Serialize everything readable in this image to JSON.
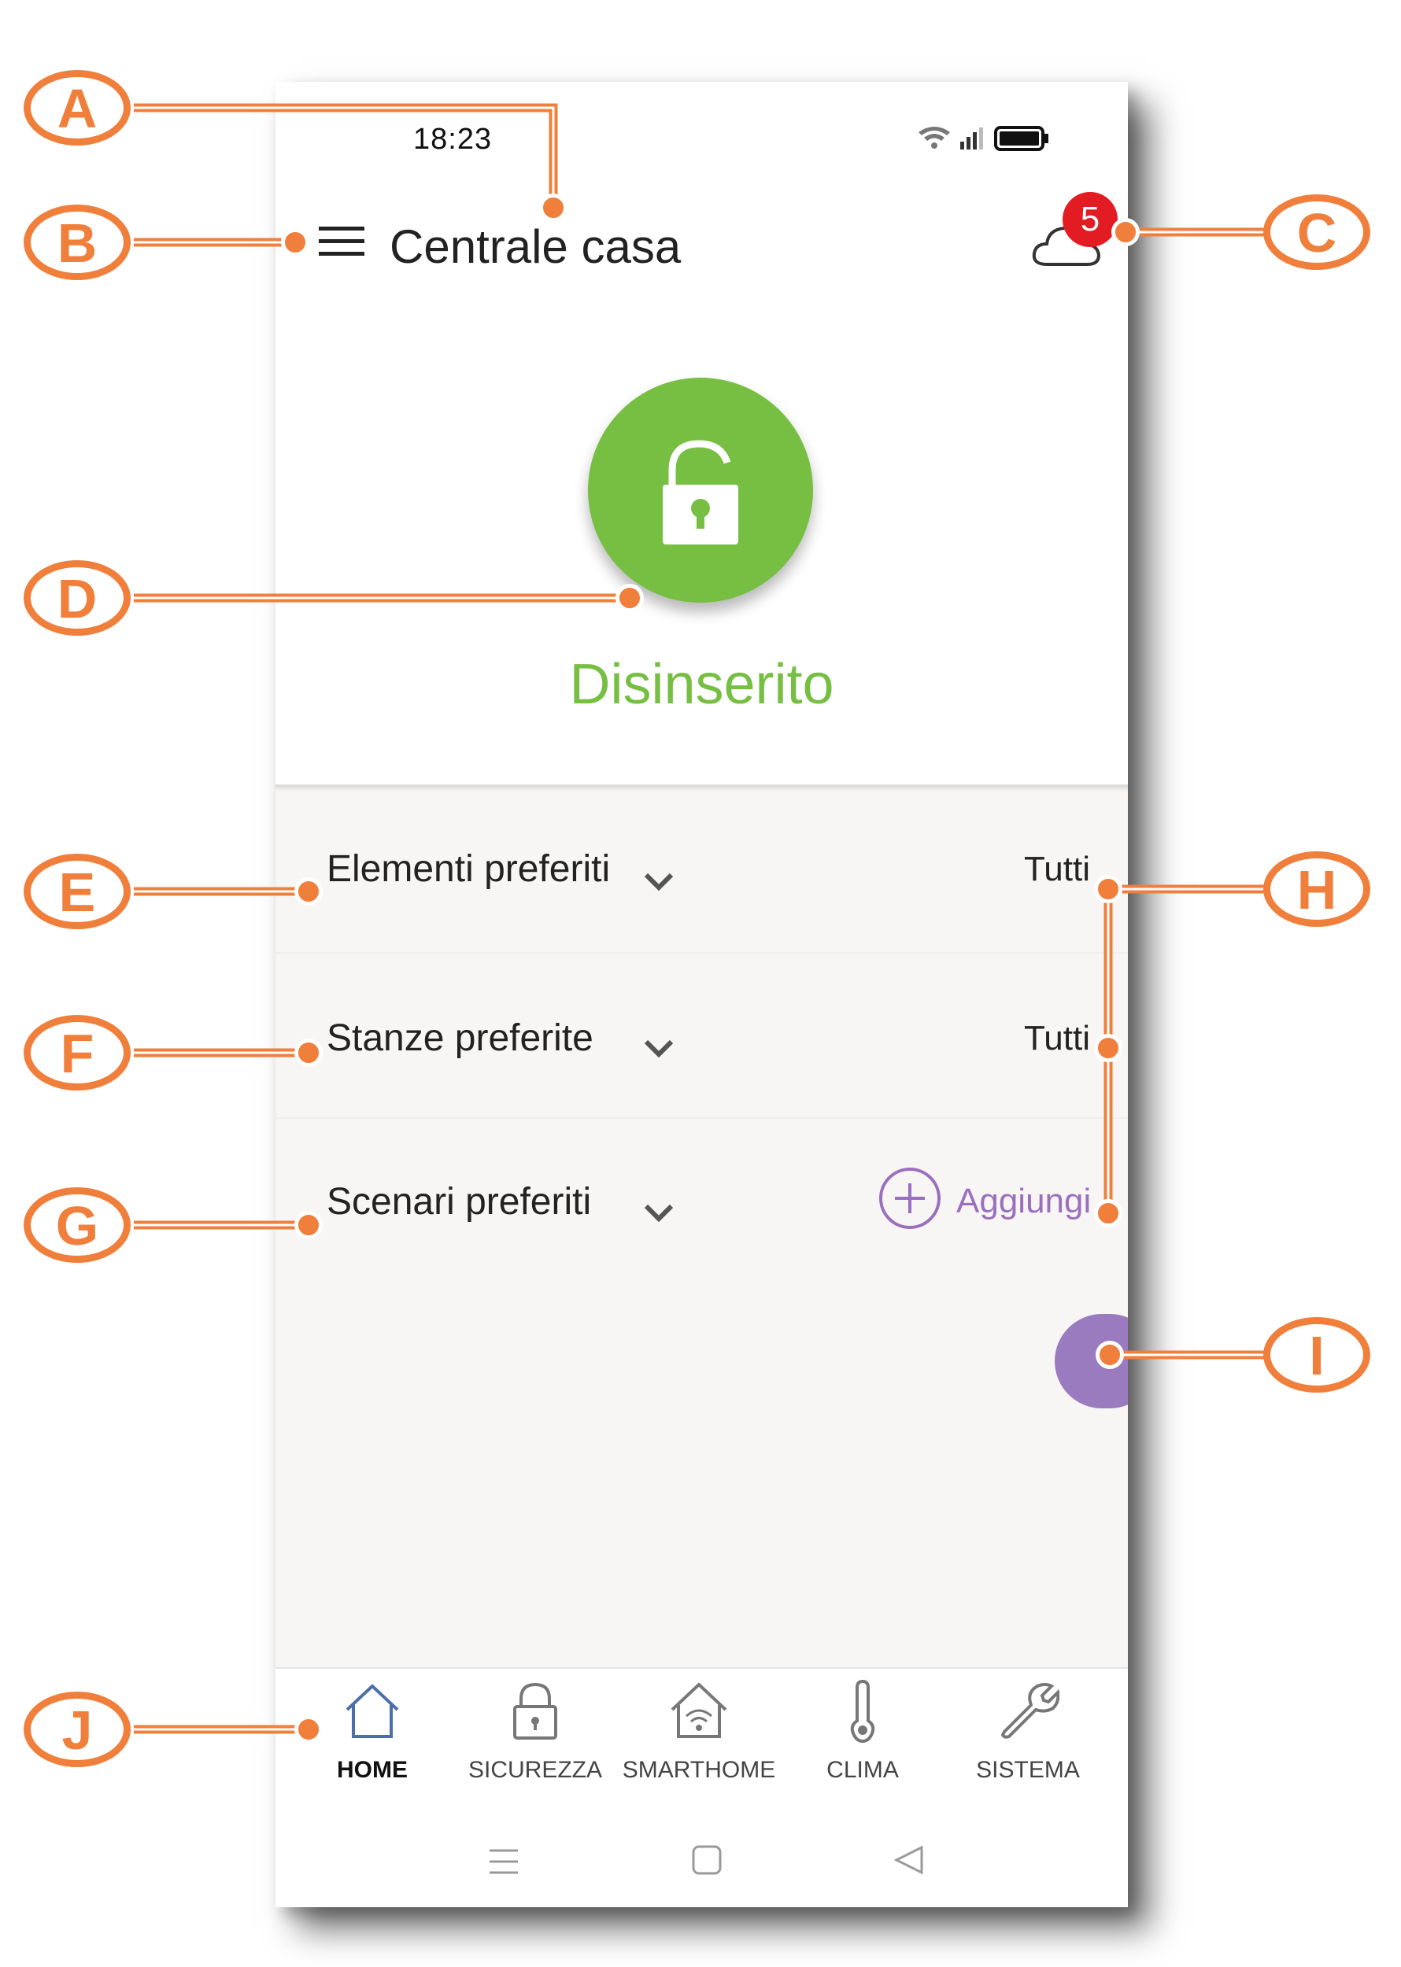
{
  "status_bar": {
    "time": "18:23"
  },
  "header": {
    "menu_icon": "hamburger-menu-icon",
    "title": "Centrale casa",
    "cloud_icon": "cloud-icon",
    "notification_count": "5"
  },
  "alarm": {
    "icon": "unlocked-padlock-icon",
    "status": "Disinserito",
    "color": "#76bf43"
  },
  "sections": [
    {
      "label": "Elementi preferiti",
      "action": "Tutti"
    },
    {
      "label": "Stanze preferite",
      "action": "Tutti"
    },
    {
      "label": "Scenari preferiti",
      "action": "Aggiungi"
    }
  ],
  "bottom_nav": [
    {
      "label": "HOME",
      "icon": "home-icon",
      "active": true
    },
    {
      "label": "SICUREZZA",
      "icon": "lock-icon"
    },
    {
      "label": "SMARTHOME",
      "icon": "smarthome-icon"
    },
    {
      "label": "CLIMA",
      "icon": "thermometer-icon"
    },
    {
      "label": "SISTEMA",
      "icon": "wrench-icon"
    }
  ],
  "callouts": [
    "A",
    "B",
    "C",
    "D",
    "E",
    "F",
    "G",
    "H",
    "I",
    "J"
  ],
  "colors": {
    "accent_orange": "#f07f3c",
    "purple": "#9b6fbf",
    "green": "#76bf43",
    "badge_red": "#e31b23"
  }
}
